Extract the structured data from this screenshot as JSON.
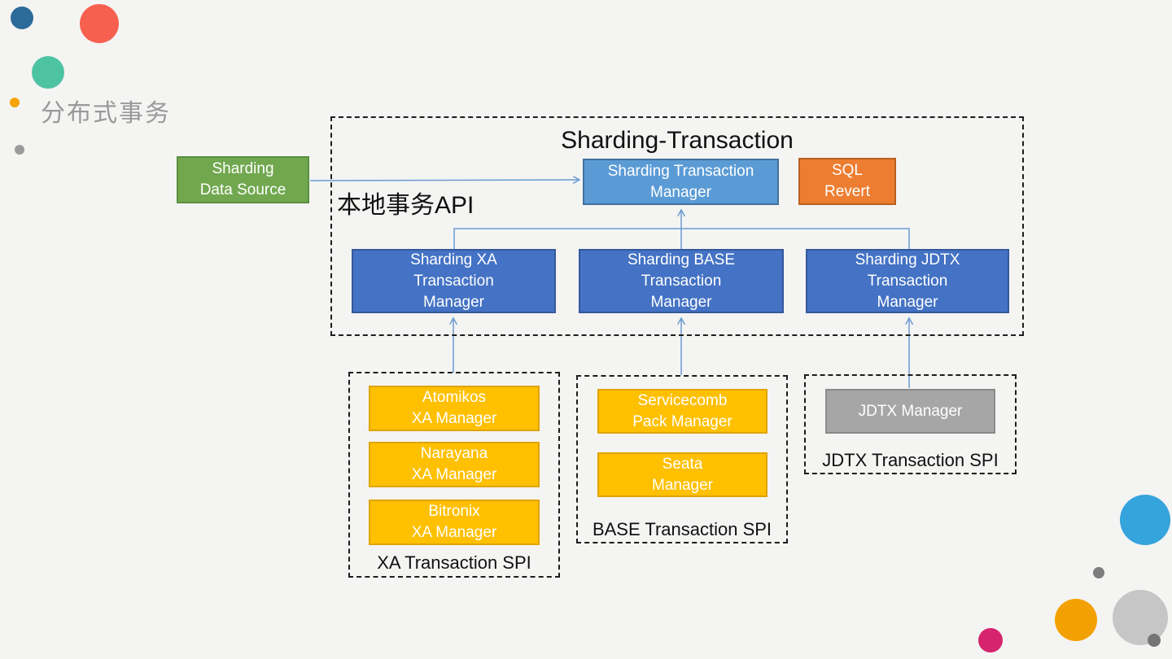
{
  "page_heading": {
    "text": "分布式事务"
  },
  "main_container": {
    "title": "Sharding-Transaction",
    "local_api_label": "本地事务API",
    "nodes": {
      "sharding_data_source": {
        "label": "Sharding\nData Source",
        "color": "#71a84f"
      },
      "sharding_transaction_manager": {
        "label": "Sharding Transaction\nManager",
        "color": "#5b9bd5"
      },
      "sql_revert": {
        "label": "SQL\nRevert",
        "color": "#ed7d31"
      },
      "sharding_xa_tm": {
        "label": "Sharding XA\nTransaction\nManager",
        "color": "#4472c4"
      },
      "sharding_base_tm": {
        "label": "Sharding BASE\nTransaction\nManager",
        "color": "#4472c4"
      },
      "sharding_jdtx_tm": {
        "label": "Sharding JDTX\nTransaction\nManager",
        "color": "#4472c4"
      }
    }
  },
  "spi_groups": {
    "xa": {
      "label": "XA Transaction SPI",
      "item_color": "#ffc000",
      "items": [
        "Atomikos\nXA Manager",
        "Narayana\nXA Manager",
        "Bitronix\nXA Manager"
      ]
    },
    "base": {
      "label": "BASE Transaction SPI",
      "item_color": "#ffc000",
      "items": [
        "Servicecomb\nPack Manager",
        "Seata\nManager"
      ]
    },
    "jdtx": {
      "label": "JDTX Transaction SPI",
      "item_color": "#a6a6a6",
      "items": [
        "JDTX Manager"
      ]
    }
  },
  "colors": {
    "background": "#f4f4f3",
    "connector": "#6c9bd2",
    "dashed_border": "#1d1d1d",
    "heading_gray": "#999999",
    "decor": [
      "#2b6a99",
      "#f7604e",
      "#4ec3a3",
      "#f5a406",
      "#9b9b9b",
      "#35a3dc",
      "#f2a104",
      "#c6c6c6",
      "#d6246e",
      "#7d7d7d"
    ]
  }
}
